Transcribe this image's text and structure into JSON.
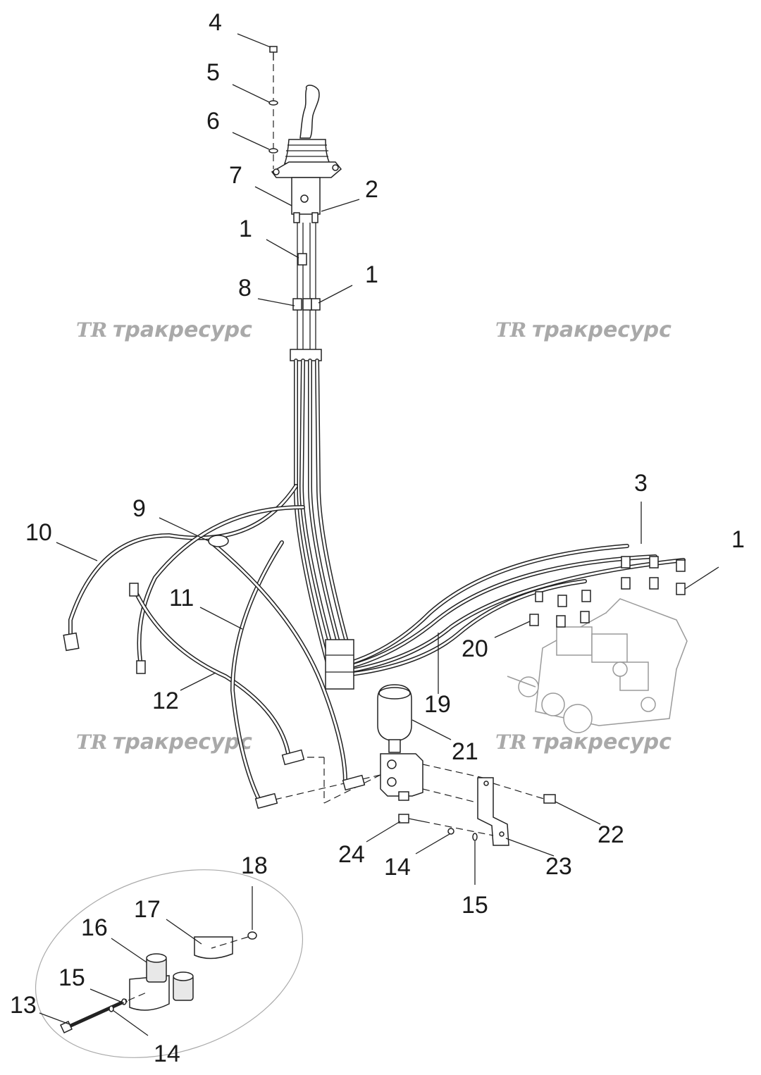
{
  "diagram": {
    "watermarks": [
      {
        "logo": "TR",
        "text": "тракресурс"
      },
      {
        "logo": "TR",
        "text": "тракресурс"
      },
      {
        "logo": "TR",
        "text": "тракресурс"
      },
      {
        "logo": "TR",
        "text": "тракресурс"
      }
    ],
    "callouts": [
      "4",
      "5",
      "6",
      "7",
      "2",
      "1",
      "1",
      "8",
      "3",
      "1",
      "9",
      "10",
      "11",
      "12",
      "20",
      "19",
      "21",
      "22",
      "24",
      "14",
      "23",
      "15",
      "18",
      "17",
      "16",
      "15",
      "13",
      "14"
    ]
  }
}
